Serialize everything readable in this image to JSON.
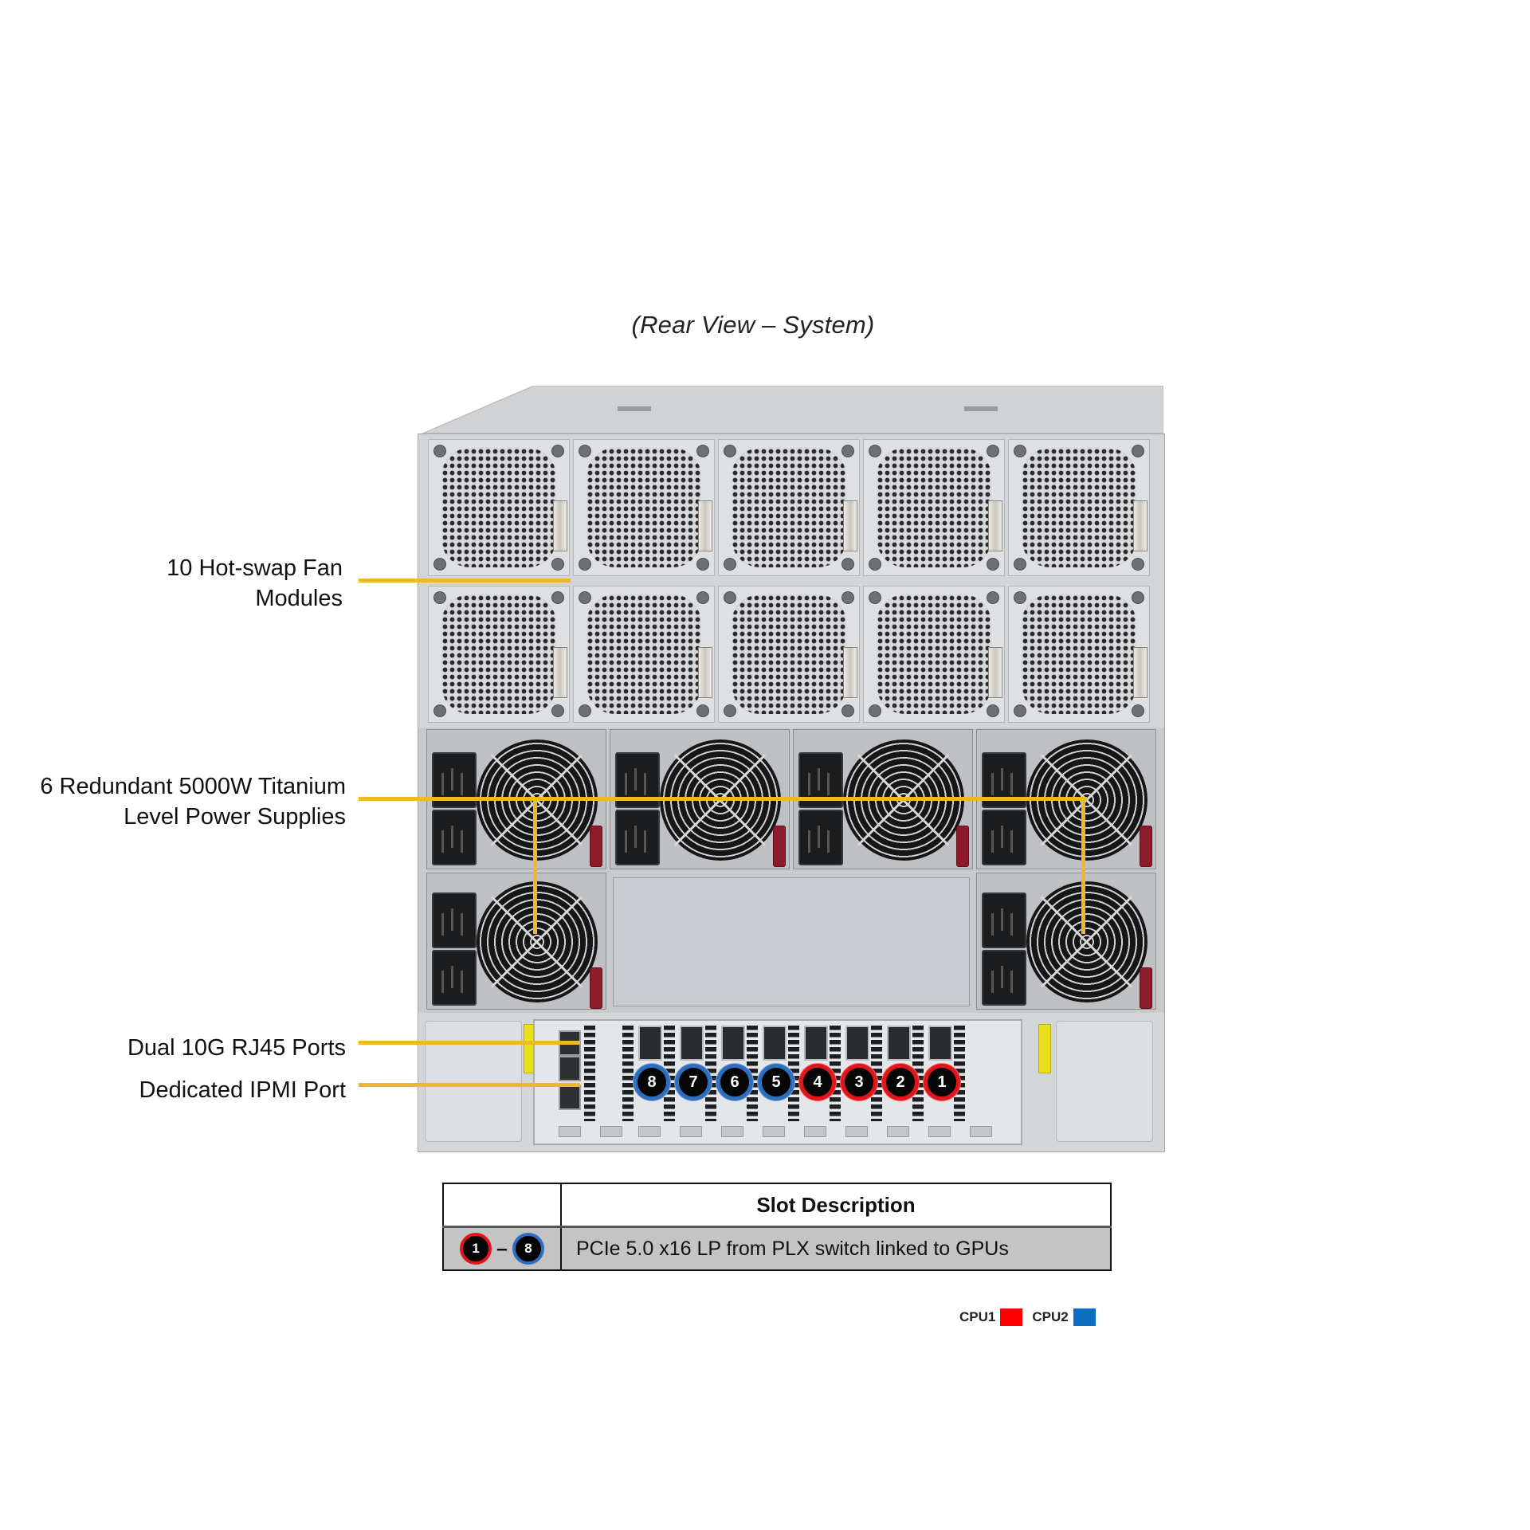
{
  "title": "(Rear View – System)",
  "callouts": {
    "fans": {
      "line1": "10 Hot-swap Fan",
      "line2": "Modules"
    },
    "psu": {
      "line1": "6 Redundant 5000W Titanium",
      "line2": "Level Power Supplies"
    },
    "lan": "Dual 10G RJ45 Ports",
    "ipmi": "Dedicated IPMI Port"
  },
  "colors": {
    "leader": "#f0b72a",
    "cpu1": "#e2141c",
    "cpu2": "#2f6dbd",
    "chassis": "#c9cacc"
  },
  "chassis": {
    "fan_modules": 10,
    "power_supplies": 6,
    "pcie_slots": [
      {
        "number": "8",
        "cpu": "CPU2"
      },
      {
        "number": "7",
        "cpu": "CPU2"
      },
      {
        "number": "6",
        "cpu": "CPU2"
      },
      {
        "number": "5",
        "cpu": "CPU2"
      },
      {
        "number": "4",
        "cpu": "CPU1"
      },
      {
        "number": "3",
        "cpu": "CPU1"
      },
      {
        "number": "2",
        "cpu": "CPU1"
      },
      {
        "number": "1",
        "cpu": "CPU1"
      }
    ]
  },
  "slot_table": {
    "header": "Slot Description",
    "rows": [
      {
        "range_start": "1",
        "range_sep": "–",
        "range_end": "8",
        "description": "PCIe 5.0 x16 LP from PLX switch linked to GPUs"
      }
    ]
  },
  "legend": [
    {
      "label": "CPU1",
      "color": "#ff0000"
    },
    {
      "label": "CPU2",
      "color": "#0a6fc2"
    }
  ]
}
